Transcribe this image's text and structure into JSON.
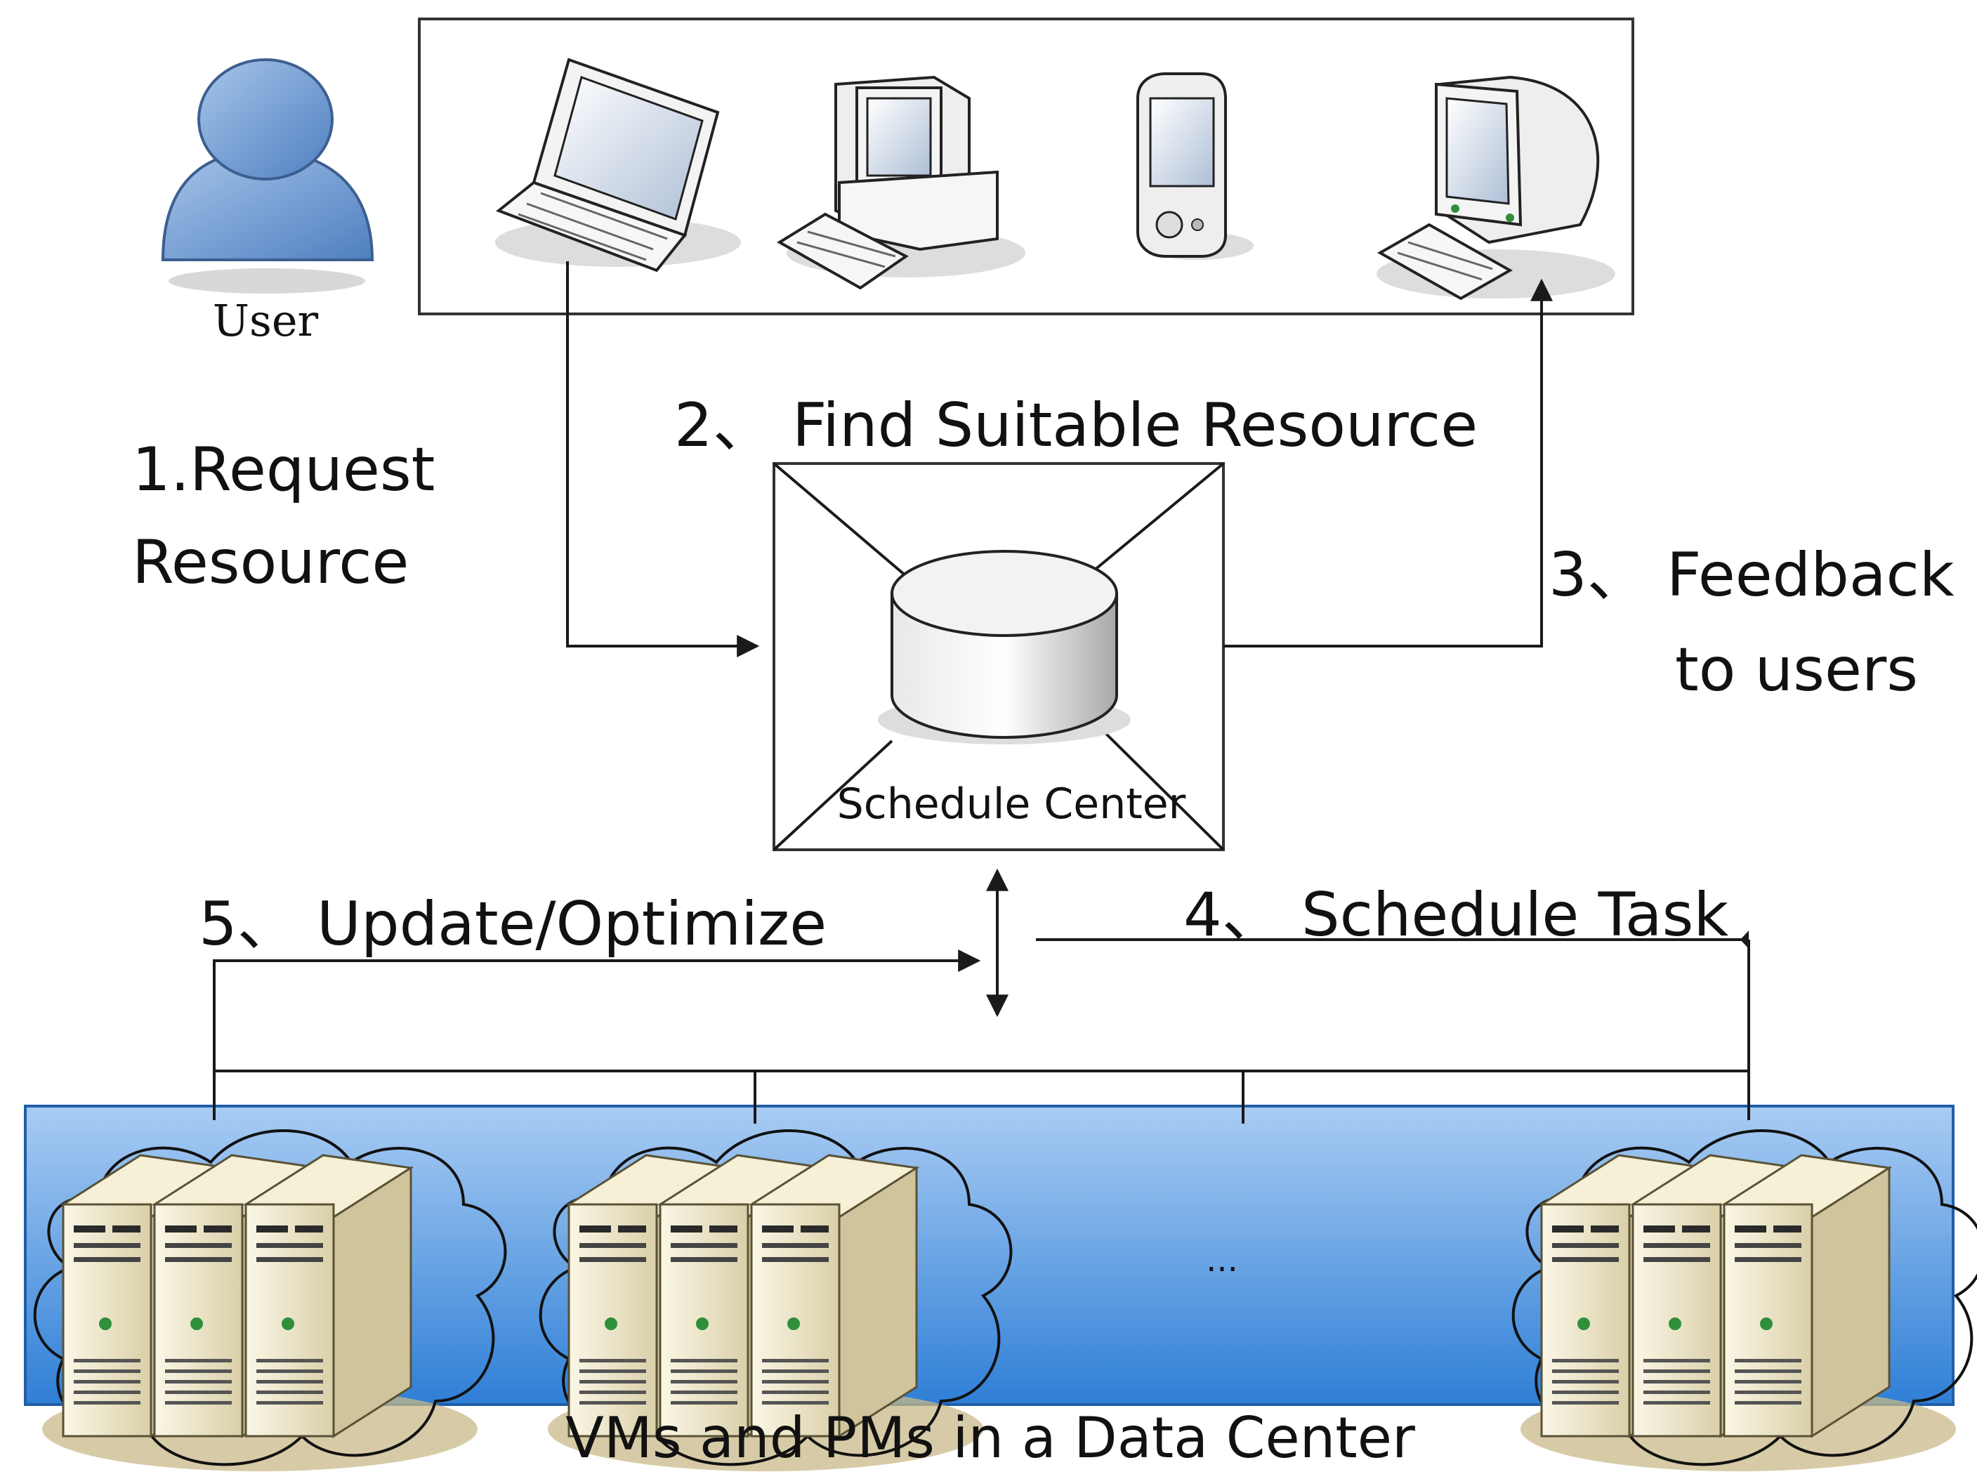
{
  "user_label": "User",
  "steps": {
    "request": [
      "1.Request",
      "Resource"
    ],
    "find": "2、 Find Suitable Resource",
    "feedback": [
      "3、 Feedback",
      "to users"
    ],
    "schedule": "4、 Schedule Task",
    "update": "5、 Update/Optimize"
  },
  "schedule_center_label": "Schedule Center",
  "datacenter": {
    "ellipsis": "...",
    "caption": "VMs and PMs in a Data Center"
  },
  "devices": [
    "laptop-icon",
    "desktop-pc-icon",
    "pda-icon",
    "crt-workstation-icon"
  ],
  "colors": {
    "user": "#6b97cf",
    "band_top": "#a9ccf3",
    "band_bottom": "#2f7fd6",
    "server": "#eee6c6",
    "cylinder": "#d2d2d2"
  }
}
